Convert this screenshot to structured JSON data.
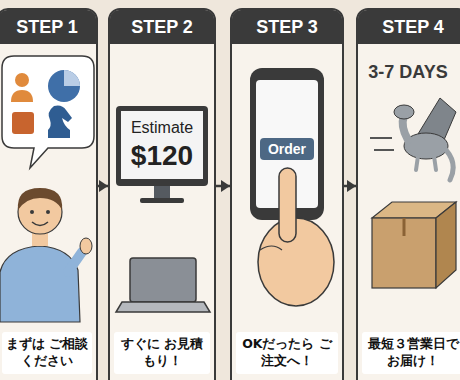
{
  "diagram": {
    "nodes": [
      {
        "text": [
          "STEP 1"
        ]
      },
      {
        "text": [
          "まずは ご相談ください"
        ],
        "in": 0
      },
      {
        "text": [
          "STEP 2"
        ]
      },
      {
        "text": [
          "すぐに お見積もり！"
        ],
        "in": 2
      },
      {
        "text": [
          "STEP 3"
        ]
      },
      {
        "text": [
          "OKだったら ご注文へ！"
        ],
        "in": 4
      },
      {
        "text": [
          "STEP 4"
        ]
      },
      {
        "text": [
          "最短３営業日で お届け！"
        ],
        "in": 6
      }
    ],
    "edges": [
      {
        "from": 0,
        "to": 2,
        "arrow": "to"
      },
      {
        "from": 2,
        "to": 4,
        "arrow": "to"
      },
      {
        "from": 4,
        "to": 6,
        "arrow": "to"
      }
    ],
    "labels": [
      "Estimate",
      "$120",
      "Order",
      "3-7 DAYS"
    ]
  }
}
